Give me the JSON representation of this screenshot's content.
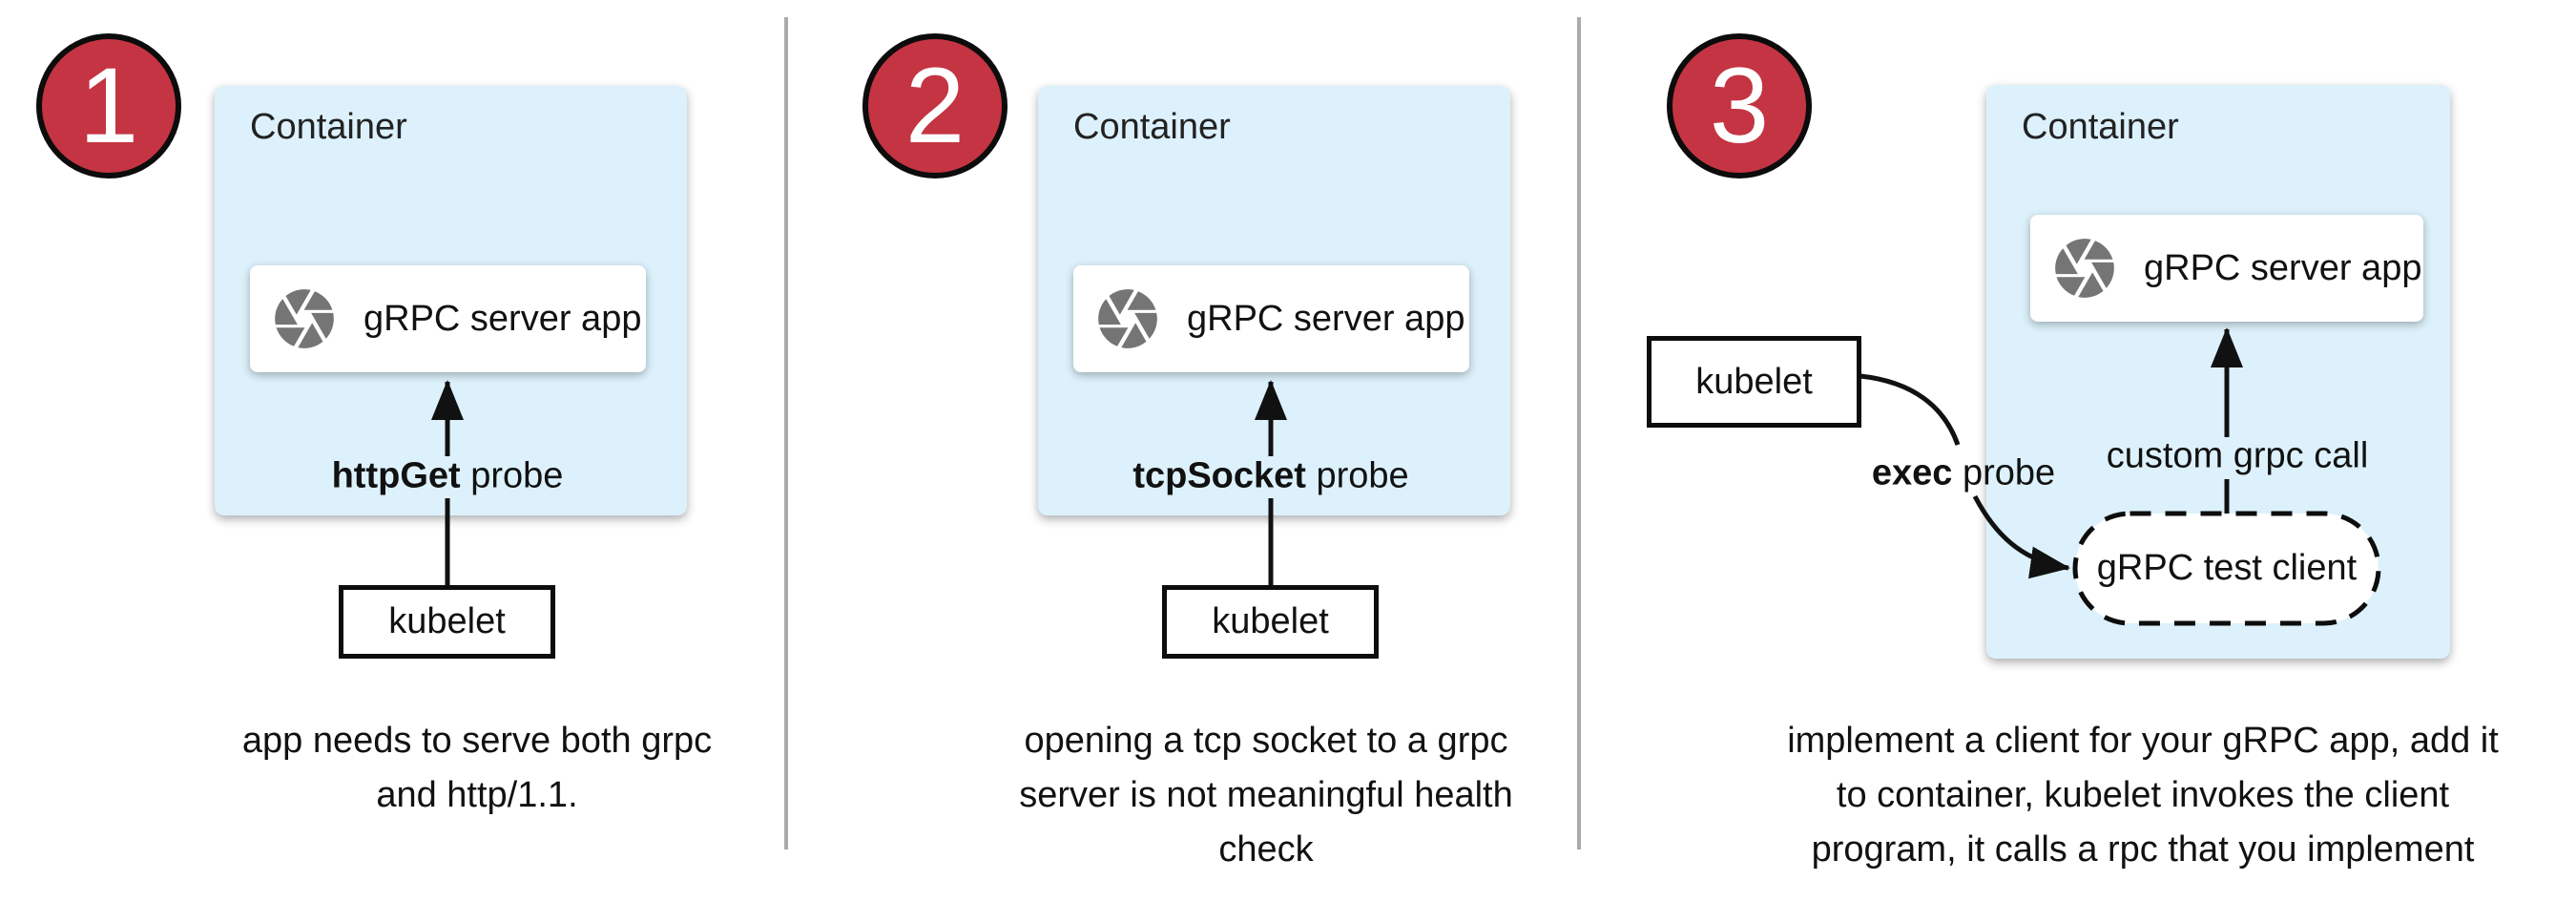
{
  "panels": [
    {
      "number": "1",
      "container_label": "Container",
      "app_label": "gRPC server app",
      "probe": {
        "bold": "httpGet",
        "rest": " probe"
      },
      "kubelet_label": "kubelet",
      "caption_lines": [
        "app needs to serve both grpc",
        "and http/1.1."
      ]
    },
    {
      "number": "2",
      "container_label": "Container",
      "app_label": "gRPC server app",
      "probe": {
        "bold": "tcpSocket",
        "rest": " probe"
      },
      "kubelet_label": "kubelet",
      "caption_lines": [
        "opening a tcp socket to a grpc",
        "server is not meaningful health",
        "check"
      ]
    },
    {
      "number": "3",
      "container_label": "Container",
      "app_label": "gRPC server app",
      "probe": {
        "bold": "exec",
        "rest": " probe"
      },
      "kubelet_label": "kubelet",
      "client_label": "gRPC test client",
      "call_label": "custom grpc call",
      "caption_lines": [
        "implement a client for your gRPC app, add it",
        "to container, kubelet invokes the client",
        "program, it calls a rpc that you implement"
      ]
    }
  ],
  "colors": {
    "step_badge": "#c43442",
    "container_fill": "#dcf1fb",
    "icon_gray": "#757575",
    "divider": "#ababab",
    "connector": "#111111"
  }
}
